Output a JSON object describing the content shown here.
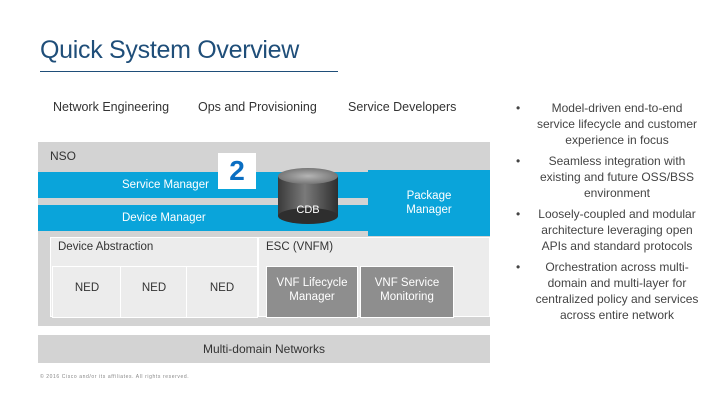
{
  "title": "Quick System Overview",
  "top_labels": {
    "network_engineering": "Network Engineering",
    "ops_provisioning": "Ops and Provisioning",
    "service_developers": "Service Developers"
  },
  "nso": {
    "label": "NSO",
    "badge": "2",
    "service_manager": "Service Manager",
    "device_manager": "Device Manager",
    "cdb": "CDB",
    "package_manager": "Package\nManager"
  },
  "device_abstraction": {
    "label": "Device Abstraction",
    "neds": [
      "NED",
      "NED",
      "NED"
    ]
  },
  "esc": {
    "label": "ESC (VNFM)",
    "vnf_lifecycle": "VNF Lifecycle\nManager",
    "vnf_monitoring": "VNF Service\nMonitoring"
  },
  "multi_domain": "Multi-domain Networks",
  "footer": "© 2016 Cisco and/or its affiliates. All rights reserved.",
  "bullets": [
    "Model-driven end-to-end service lifecycle and customer experience in focus",
    "Seamless integration with existing and future OSS/BSS environment",
    "Loosely-coupled and modular architecture leveraging open APIs and standard protocols",
    "Orchestration across multi-domain and multi-layer for centralized policy and services across entire network"
  ],
  "colors": {
    "title": "#1f4e79",
    "band": "#0aa4da",
    "panel": "#d3d3d3",
    "dark_box": "#8e8e8e",
    "badge": "#0a6ec2"
  }
}
